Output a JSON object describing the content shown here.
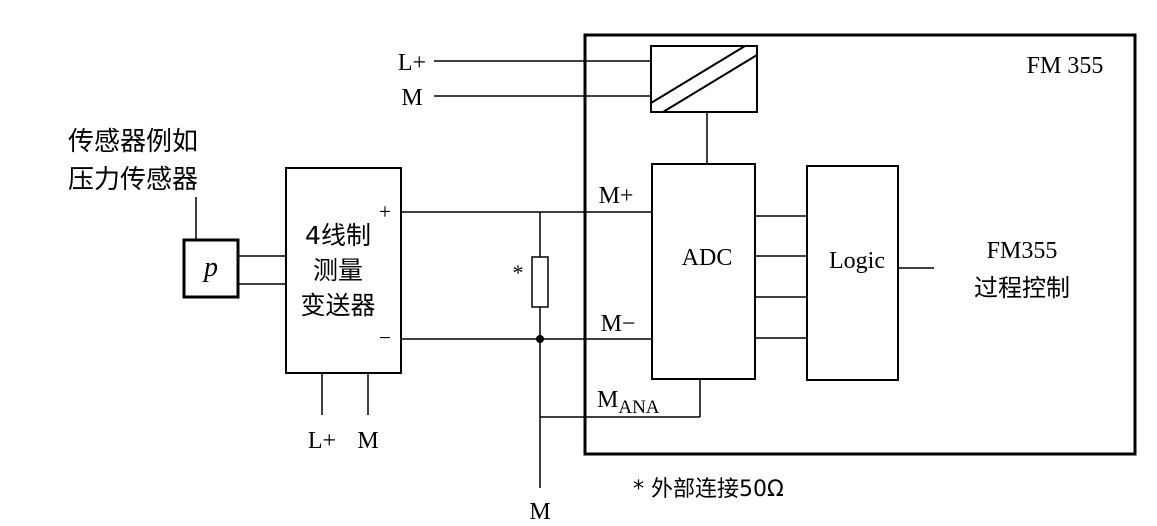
{
  "sensor": {
    "caption_line1": "传感器例如",
    "caption_line2": "压力传感器",
    "symbol": "p"
  },
  "transmitter": {
    "line1": "4线制",
    "line2": "测量",
    "line3": "变送器",
    "plus": "+",
    "minus": "−",
    "supply_plus": "L+",
    "supply_m": "M"
  },
  "supply": {
    "l_plus": "L+",
    "m": "M"
  },
  "resistor": {
    "marker": "*"
  },
  "ground": {
    "label": "M"
  },
  "module": {
    "name": "FM 355",
    "input_plus": "M+",
    "input_minus": "M−",
    "mana_main": "M",
    "mana_sub": "ANA",
    "adc": "ADC",
    "logic": "Logic",
    "process_line1": "FM355",
    "process_line2": "过程控制"
  },
  "footnote": "* 外部连接50Ω"
}
